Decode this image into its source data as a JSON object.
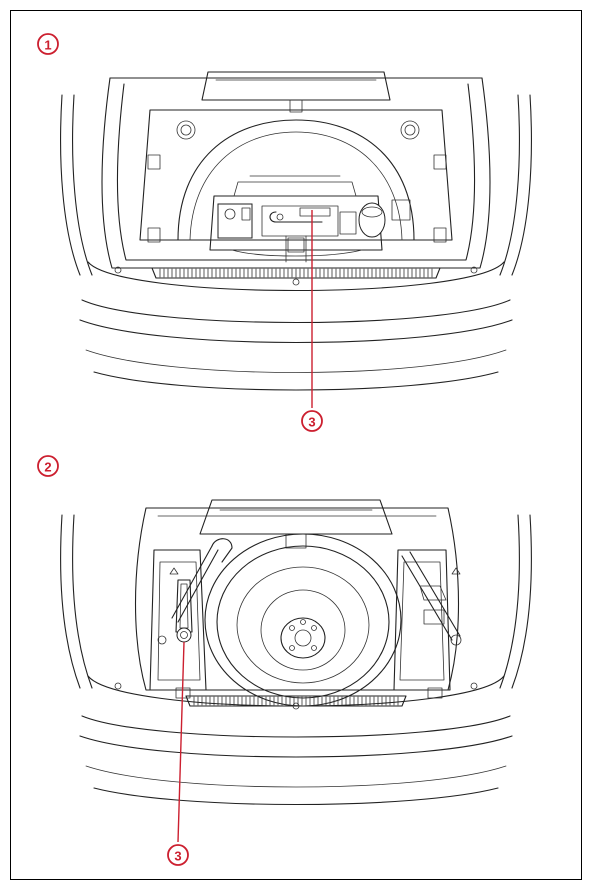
{
  "figure": {
    "panels": [
      {
        "id": "panel-1",
        "number": "1",
        "callout": "3"
      },
      {
        "id": "panel-2",
        "number": "2",
        "callout": "3"
      }
    ]
  },
  "colors": {
    "accent": "#cc1f2f",
    "line": "#222222",
    "border": "#000000"
  }
}
